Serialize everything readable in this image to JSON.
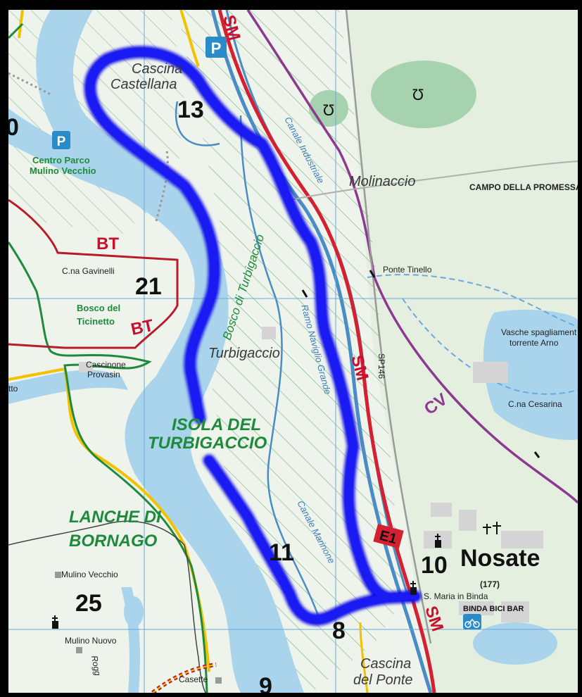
{
  "labels": {
    "cascina_castellana_1": "Cascina",
    "cascina_castellana_2": "Castellana",
    "centro_parco_1": "Centro Parco",
    "centro_parco_2": "Mulino Vecchio",
    "molinaccio": "Molinaccio",
    "campo_promessa": "CAMPO DELLA PROMESSA",
    "canale_industriale": "Canale Industriale",
    "bosco_turbigaccio": "Bosco di Turbigaccio",
    "bt1": "BT",
    "bt2": "BT",
    "cna_gavinelli": "C.na Gavinelli",
    "bosco_ticinetto_1": "Bosco del",
    "bosco_ticinetto_2": "Ticinetto",
    "ponte_tinello": "Ponte Tinello",
    "vasche_1": "Vasche spagliament",
    "vasche_2": "torrente Arno",
    "turbigaccio": "Turbigaccio",
    "ramo_ticino": "Ramo Naviglio Grande",
    "sm1": "SM",
    "sm2": "SM",
    "sm3": "SM",
    "sp146": "SP146",
    "cascinone_1": "Cascinone",
    "cascinone_2": "Provasin",
    "cv": "CV",
    "cna_cesarina": "C.na Cesarina",
    "isola_1": "ISOLA DEL",
    "isola_2": "TURBIGACCIO",
    "lanche_1": "LANCHE DI",
    "lanche_2": "BORNAGO",
    "canale_marinone": "Canale Marinone",
    "e1": "E1",
    "nosate": "Nosate",
    "nosate_alt": "(177)",
    "s_maria": "S. Maria in Binda",
    "binda_bici": "BINDA BICI BAR",
    "mulino_vecchio": "Mulino Vecchio",
    "mulino_nuovo": "Mulino Nuovo",
    "cascina_ponte_1": "Cascina",
    "cascina_ponte_2": "del Ponte",
    "casette": "Casette",
    "rogg": "Rogg",
    "tto": "tto",
    "parking": "P",
    "horseshoe": "Ʊ"
  },
  "numbers": {
    "n13": "13",
    "n21": "21",
    "n11": "11",
    "n10": "10",
    "n8": "8",
    "n25": "25",
    "n0": "0",
    "n9": "9"
  },
  "colors": {
    "route": "#1010e8",
    "river": "#a9d4ec",
    "road_red": "#d42030",
    "road_purple": "#8b3a8f",
    "park_green": "#1f8a3b",
    "boundary_red": "#b81c2a",
    "road_yellow": "#f2c200",
    "grid_blue": "#6aa9d8"
  }
}
